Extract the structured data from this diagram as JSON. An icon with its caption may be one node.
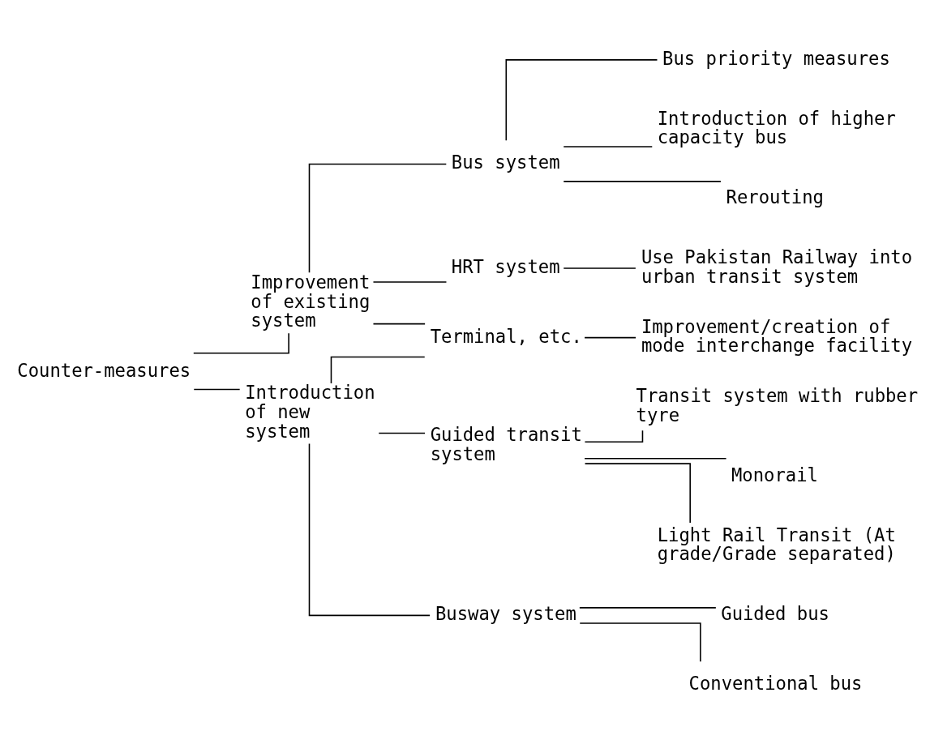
{
  "diagram": {
    "nodes": [
      {
        "text": [
          "Counter-measures"
        ]
      },
      {
        "text": [
          "Improvement of existing system"
        ]
      },
      {
        "text": [
          "Introduction of new system"
        ]
      },
      {
        "text": [
          "Bus system"
        ]
      },
      {
        "text": [
          "HRT system"
        ]
      },
      {
        "text": [
          "Terminal, etc."
        ]
      },
      {
        "text": [
          "Guided transit system"
        ]
      },
      {
        "text": [
          "Busway system"
        ]
      },
      {
        "text": [
          "Bus priority measures"
        ]
      },
      {
        "text": [
          "Introduction of higher capacity bus"
        ]
      },
      {
        "text": [
          "Rerouting"
        ]
      },
      {
        "text": [
          "Use Pakistan Railway into urban transit system"
        ]
      },
      {
        "text": [
          "Improvement/creation of mode interchange facility"
        ]
      },
      {
        "text": [
          "Transit system with rubber tyre"
        ]
      },
      {
        "text": [
          "Monorail"
        ]
      },
      {
        "text": [
          "Light Rail Transit (At grade/Grade separated)"
        ]
      },
      {
        "text": [
          "Guided bus"
        ]
      },
      {
        "text": [
          "Conventional bus"
        ]
      }
    ],
    "edges": [
      {
        "from": 0,
        "to": 1,
        "arrow": "none"
      },
      {
        "from": 0,
        "to": 2,
        "arrow": "none"
      },
      {
        "from": 1,
        "to": 3,
        "arrow": "none"
      },
      {
        "from": 1,
        "to": 4,
        "arrow": "none"
      },
      {
        "from": 1,
        "to": 5,
        "arrow": "none"
      },
      {
        "from": 2,
        "to": 5,
        "arrow": "none"
      },
      {
        "from": 2,
        "to": 6,
        "arrow": "none"
      },
      {
        "from": 2,
        "to": 7,
        "arrow": "none"
      },
      {
        "from": 3,
        "to": 8,
        "arrow": "none"
      },
      {
        "from": 3,
        "to": 9,
        "arrow": "none"
      },
      {
        "from": 3,
        "to": 10,
        "arrow": "none"
      },
      {
        "from": 4,
        "to": 11,
        "arrow": "none"
      },
      {
        "from": 5,
        "to": 12,
        "arrow": "none"
      },
      {
        "from": 6,
        "to": 13,
        "arrow": "none"
      },
      {
        "from": 6,
        "to": 14,
        "arrow": "none"
      },
      {
        "from": 6,
        "to": 15,
        "arrow": "none"
      },
      {
        "from": 7,
        "to": 16,
        "arrow": "none"
      },
      {
        "from": 7,
        "to": 17,
        "arrow": "none"
      }
    ]
  }
}
